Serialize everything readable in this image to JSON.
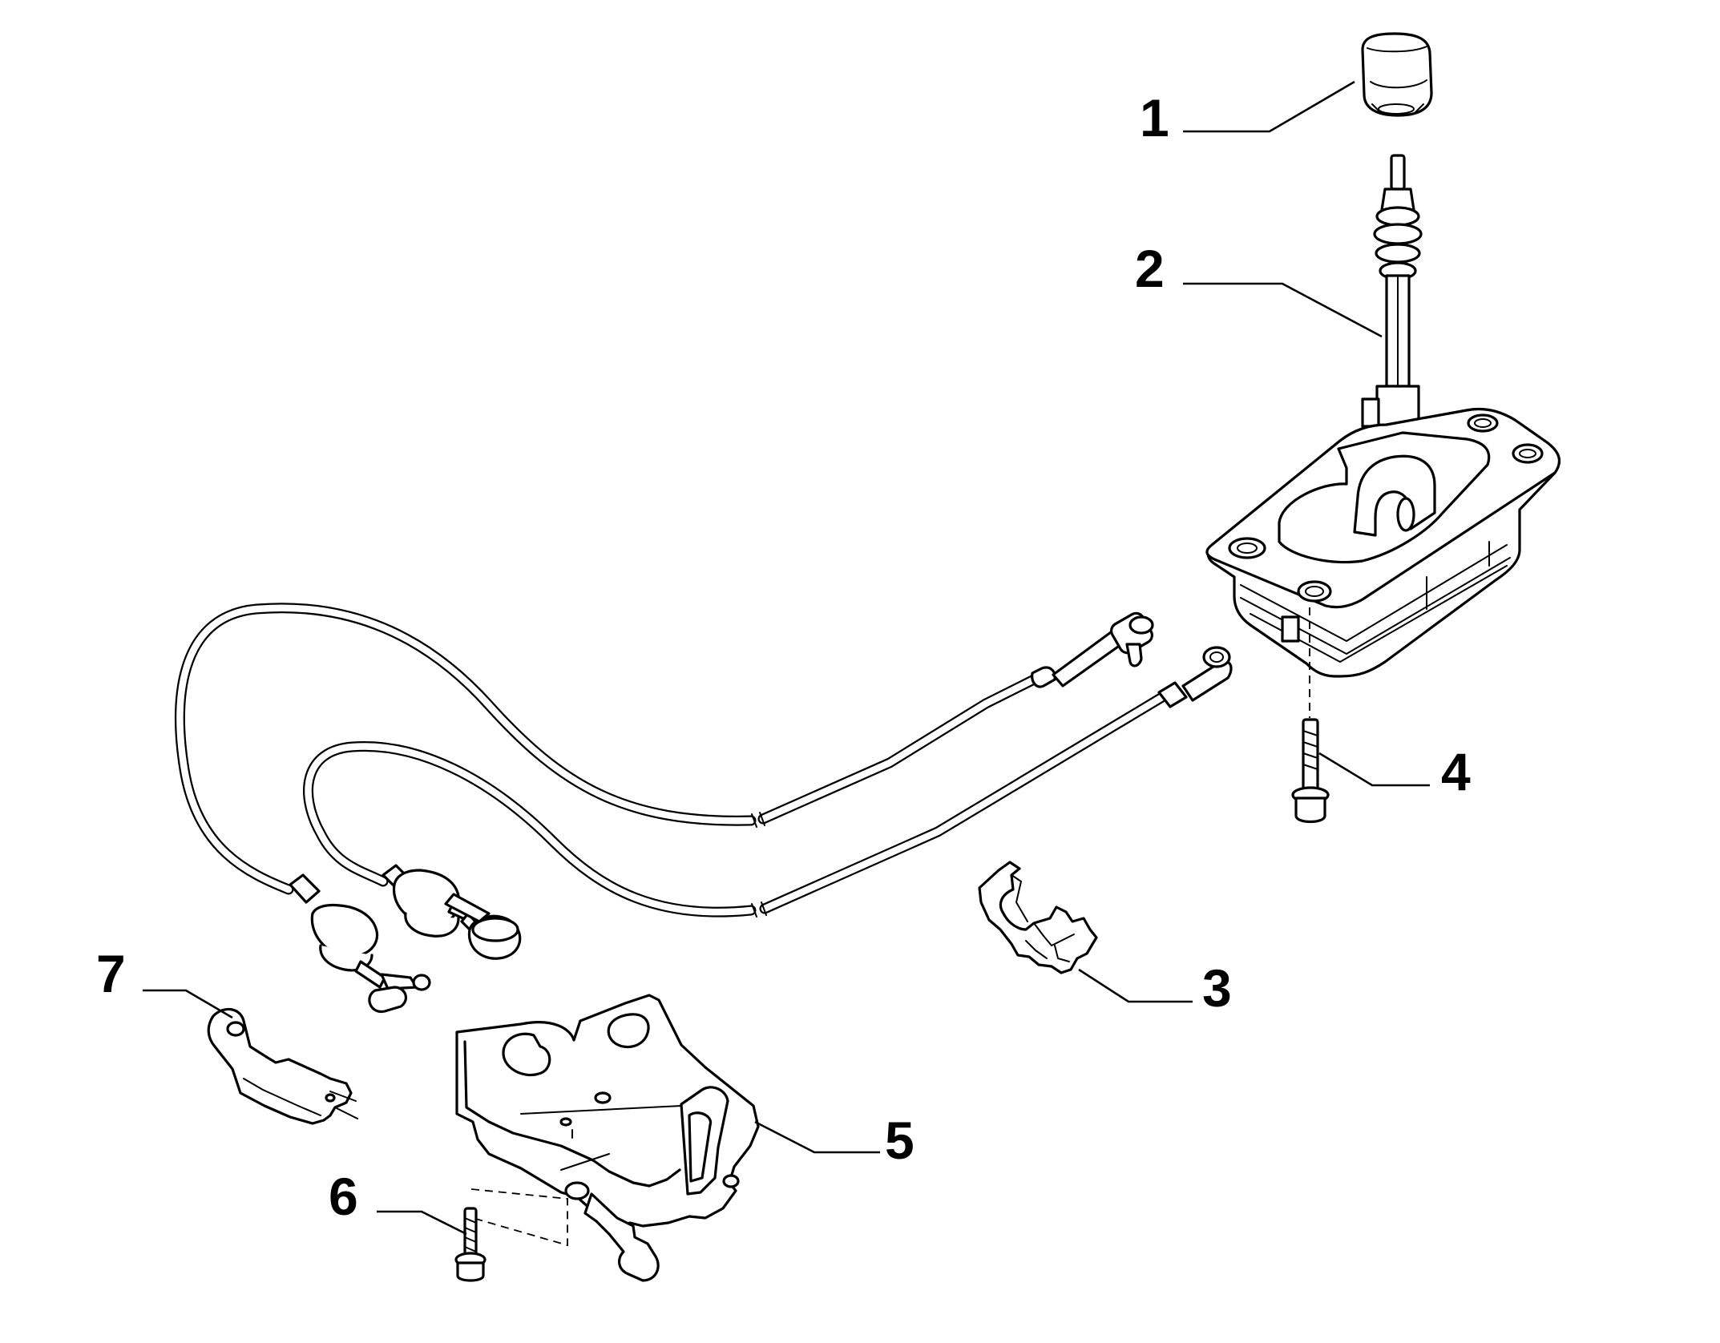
{
  "diagram": {
    "callouts": [
      {
        "id": 1,
        "label": "1"
      },
      {
        "id": 2,
        "label": "2"
      },
      {
        "id": 3,
        "label": "3"
      },
      {
        "id": 4,
        "label": "4"
      },
      {
        "id": 5,
        "label": "5"
      },
      {
        "id": 6,
        "label": "6"
      },
      {
        "id": 7,
        "label": "7"
      }
    ]
  }
}
